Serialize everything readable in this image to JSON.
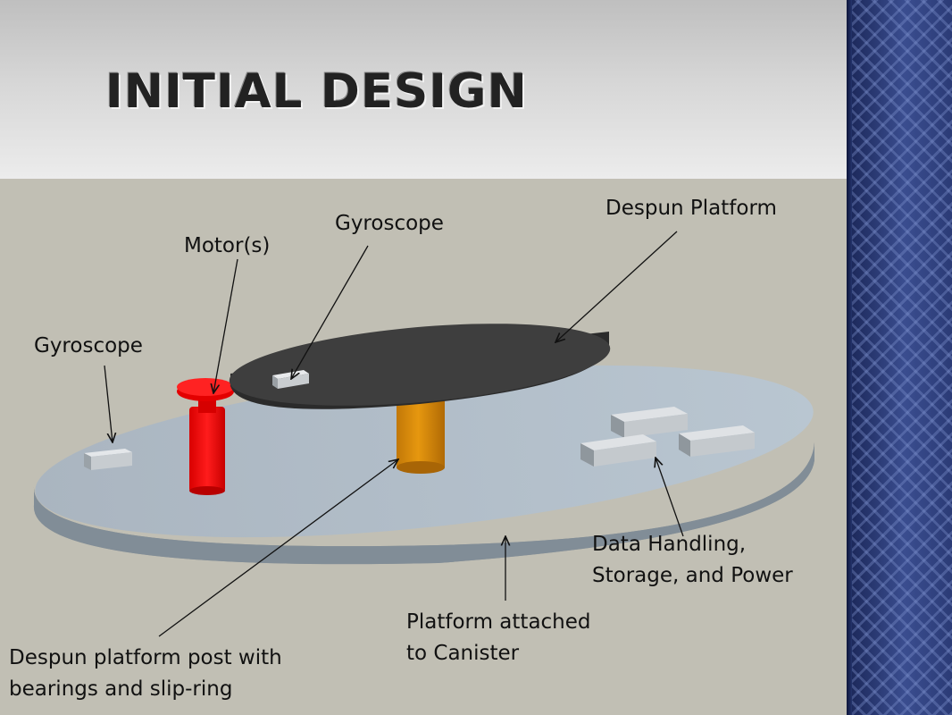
{
  "slide": {
    "title": "INITIAL DESIGN"
  },
  "labels": {
    "gyroscope_left": "Gyroscope",
    "motor": "Motor(s)",
    "gyroscope_top": "Gyroscope",
    "despun_platform": "Despun Platform",
    "data_handling_line1": "Data Handling,",
    "data_handling_line2": "Storage, and Power",
    "platform_attached_line1": "Platform attached",
    "platform_attached_line2": "to Canister",
    "post_line1": "Despun platform post with",
    "post_line2": "bearings and slip-ring"
  },
  "colors": {
    "base_platform": "#a9b6c2",
    "despun_platform": "#3b3b3b",
    "post": "#d98a0d",
    "motor": "#ee1010",
    "boxes": "#c9ced2",
    "side_panel": "#2a3a72"
  }
}
